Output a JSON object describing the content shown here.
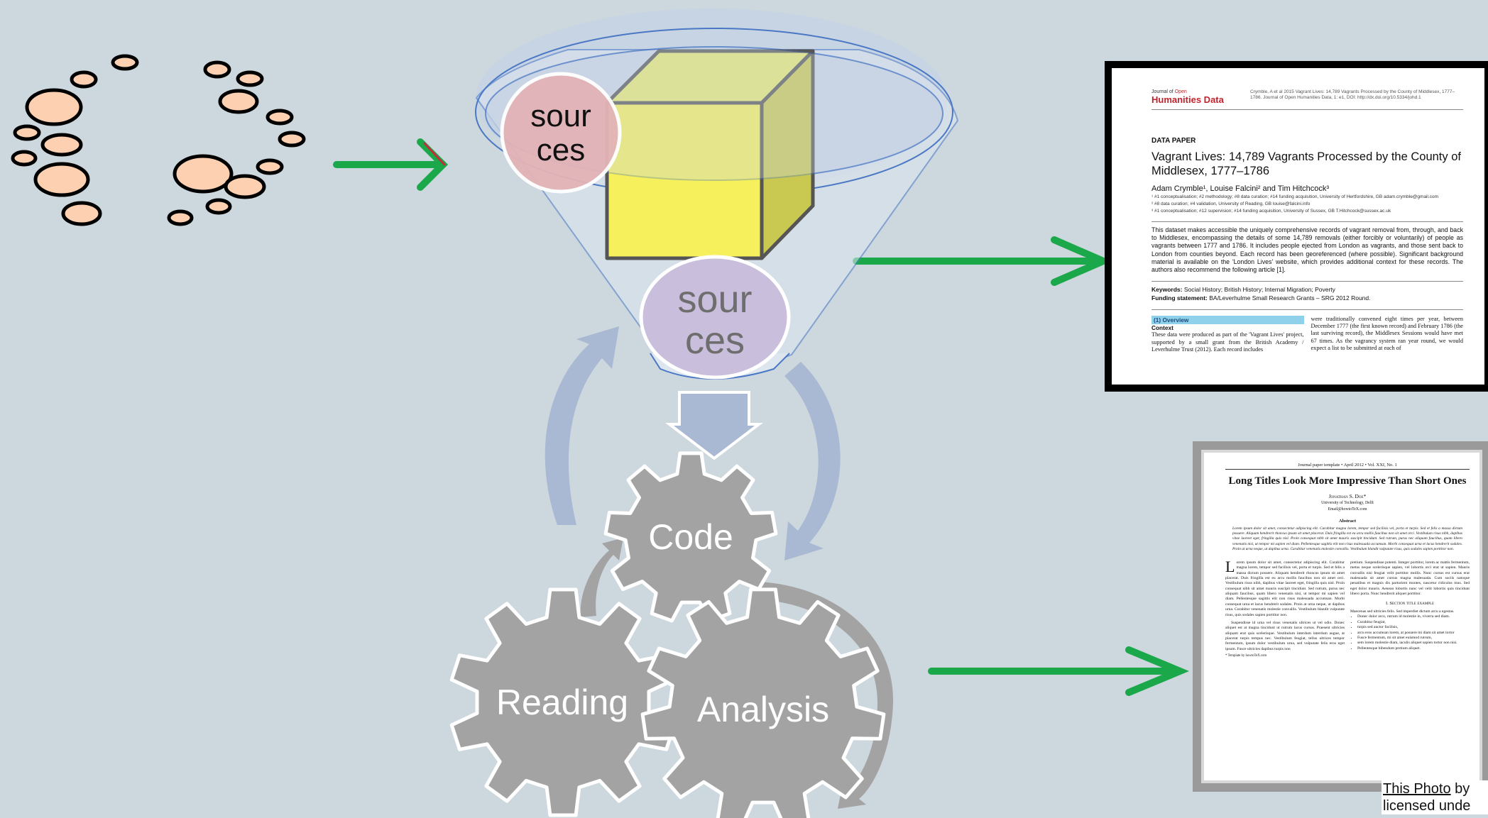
{
  "source_bubbles": {
    "label_line1": "sour",
    "label_line2": "ces"
  },
  "funnel_bubble": {
    "label_line1": "sour",
    "label_line2": "ces"
  },
  "gears": {
    "code": "Code",
    "reading": "Reading",
    "analysis": "Analysis"
  },
  "doc1": {
    "journal_small": "Journal of",
    "journal_small_red": "Open",
    "journal_name": "Humanities Data",
    "citation": "Crymble, A et al 2015 Vagrant Lives: 14,789 Vagrants Processed by the County of Middlesex, 1777–1786. Journal of Open Humanities Data, 1: e1, DOI: http://dx.doi.org/10.5334/johd.1",
    "kicker": "DATA PAPER",
    "title": "Vagrant Lives: 14,789 Vagrants Processed by the County of Middlesex, 1777–1786",
    "authors": "Adam Crymble¹, Louise Falcini² and Tim Hitchcock³",
    "affil1": "¹ #1 conceptualisation; #2 methodology; #8 data curation; #14 funding acquisition, University of Hertfordshire, GB adam.crymble@gmail.com",
    "affil2": "² #8 data curation; #4 validation, University of Reading, GB louise@falcini.info",
    "affil3": "³ #1 conceptualisation; #12 supervision; #14 funding acquisition, University of Sussex, GB T.Hitchcock@sussex.ac.uk",
    "abstract": "This dataset makes accessible the uniquely comprehensive records of vagrant removal from, through, and back to Middlesex, encompassing the details of some 14,789 removals (either forcibly or voluntarily) of people as vagrants between 1777 and 1786. It includes people ejected from London as vagrants, and those sent back to London from counties beyond. Each record has been georeferenced (where possible). Significant background material is available on the 'London Lives' website, which provides additional context for these records. The authors also recommend the following article [1].",
    "keywords_label": "Keywords:",
    "keywords": "Social History; British History; Internal Migration; Poverty",
    "funding_label": "Funding statement:",
    "funding": "BA/Leverhulme Small Research Grants – SRG 2012 Round.",
    "section": "(1) Overview",
    "context": "Context",
    "col1": "These data were produced as part of the 'Vagrant Lives' project, supported by a small grant from the British Academy / Leverhulme Trust (2012). Each record includes",
    "col2": "were traditionally convened eight times per year, between December 1777 (the first known record) and February 1786 (the last surviving record), the Middlesex Sessions would have met 67 times. As the vagrancy system ran year round, we would expect a list to be submitted at each of"
  },
  "doc2": {
    "running": "Journal paper template • April 2012 • Vol. XXI, No. 1",
    "title": "Long Titles Look More Impressive Than Short Ones",
    "author": "Jonathan S. Doe*",
    "affil1": "University of Technology, Delft",
    "affil2": "Email@howtoTeX.com",
    "abstract_heading": "Abstract",
    "abstract": "Lorem ipsum dolor sit amet, consectetur adipiscing elit. Curabitur magna lorem, tempor sed facilisis vel, porta et turpis. Sed et felis a massa dictum posuere. Aliquam hendrerit rhoncus ipsum sit amet placerat. Duis fringilla est eu arcu mollis faucibus non sit amet orci. Vestibulum risus nibh, dapibus vitae laoreet eget, fringilla quis nisl. Proin consequat nibh sit amet mauris suscipit tincidunt. Sed rutrum, purus nec aliquam faucibus, quam libero venenatis nisi, ut tempor mi sapien vel diam. Pellentesque sagittis elit non risus malesuada accumsan. Morbi consequat urna et lacus hendrerit sodales. Proin at urna neque, ut dapibus urna. Curabitur venenatis molestie convallis. Vestibulum blandit vulputate risus, quis sodales sapien porttitor non.",
    "drop_cap": "L",
    "col1": "orem ipsum dolor sit amet, consectetur adipiscing elit. Curabitur magna lorem, tempor sed facilisis vel, porta et turpis. Sed et felis a massa dictum posuere. Aliquam hendrerit rhoncus ipsum sit amet placerat. Duis fringilla est eu arcu mollis faucibus non sit amet orci. Vestibulum risus nibh, dapibus vitae laoreet eget, fringilla quis nisl. Proin consequat nibh sit amet mauris suscipit tincidunt. Sed rutrum, purus nec aliquam faucibus, quam libero venenatis nisi, ut tempor mi sapien vel diam. Pellentesque sagittis elit non risus malesuada accumsan. Morbi consequat urna et lacus hendrerit sodales. Proin at urna neque, ut dapibus urna. Curabitur venenatis molestie convallis. Vestibulum blandit vulputate risus, quis sodales sapien porttitor non.",
    "col1b": "Suspendisse id urna vel risus venenatis ultrices ut vel odio. Donec aliquet est at magna tincidunt ut rutrum lacus cursus. Praesent ultricies aliquam erat quis scelerisque. Vestibulum interdum interdum augue, at placerat turpis tempus nec. Vestibulum feugiat, tellus ultrices tempor fermentum, ipsum dolor vestibulum urna, sed vulputate felis eros eget ipsum. Fusce ultricies dapibus turpis non",
    "footnote": "* Template by howtoTeX.com",
    "col2": "pretium. Suspendisse potenti. Integer porttitor, lorem ac mattis fermentum, metus neque scelerisque sapien, vel lobortis orci erat ut sapien. Mauris convallis nisi feugiat velit porttitor mollis. Nunc cursus est cursus erat malesuada sit amet cursus magna malesuada. Cum sociis natoque penatibus et magnis dis parturient montes, nascetur ridiculus mus. Sed eget dolor mauris. Aenean lobortis nunc vel velit lobortis quis tincidunt libero porta. Nunc hendrerit aliquet porttitor.",
    "section": "I. Section title example",
    "col2b": "Maecenas sed ultricies felis. Sed imperdiet dictum arcu a egestas.",
    "bullets": [
      "Donec dolor arcu, rutrum id molestie in, viverra sed diam.",
      "Curabitur feugiat,",
      "turpis sed auctor facilisis,",
      "arcu eros accumsan lorem, at posuere mi diam sit amet tortor",
      "Fusce fermentum, mi sit amet euismod rutrum,",
      "sem lorem molestie diam, iaculis aliquet sapien tortor non nisi.",
      "Pellentesque bibendum pretium aliquet."
    ]
  },
  "credit": {
    "line1_link": "This Photo",
    "line1_rest": " by",
    "line2": "licensed unde"
  },
  "colors": {
    "background": "#cdd7de",
    "bubble_fill": "#fcd0b0",
    "arrow_green": "#1aa84b",
    "cube_front": "#f5f05c",
    "cube_top": "#e5e870",
    "cube_side": "#c9c850",
    "gear": "#a3a3a3",
    "flow_arrow": "#a9b8d3",
    "sources_pink": "#e3b3b7",
    "sources_purple": "#c9bedb"
  }
}
